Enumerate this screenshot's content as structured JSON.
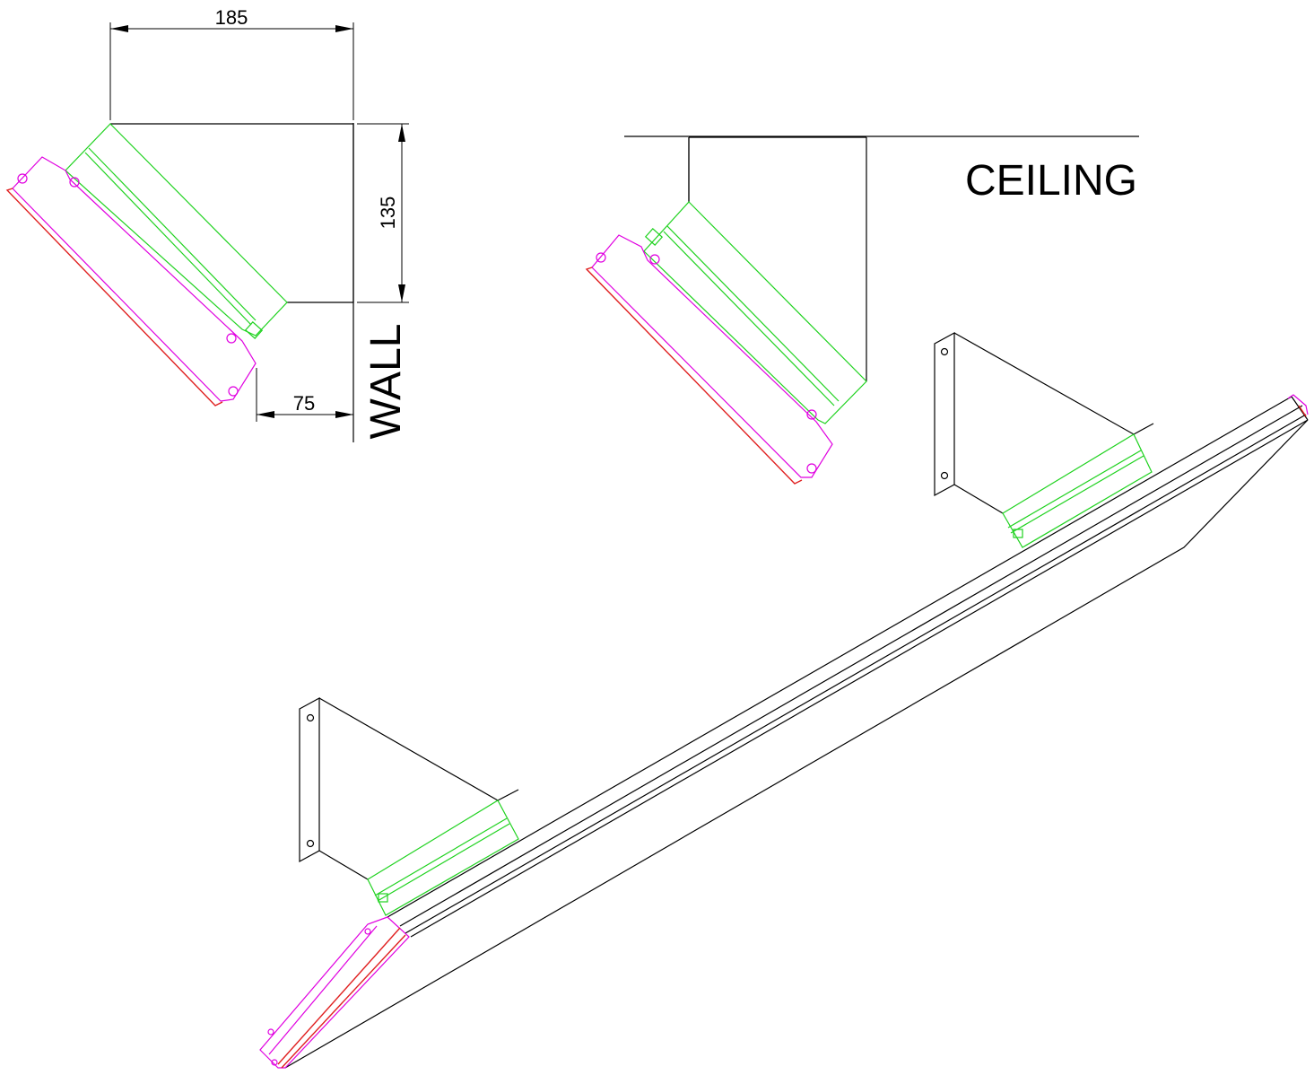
{
  "dimensions": {
    "width_label": "185",
    "height_label": "135",
    "offset_label": "75"
  },
  "labels": {
    "wall": "WALL",
    "ceiling": "CEILING"
  },
  "colors": {
    "line": "#000000",
    "bracket": "#1fd21f",
    "panel_frame": "#e000e0",
    "panel_edge": "#e02020"
  }
}
